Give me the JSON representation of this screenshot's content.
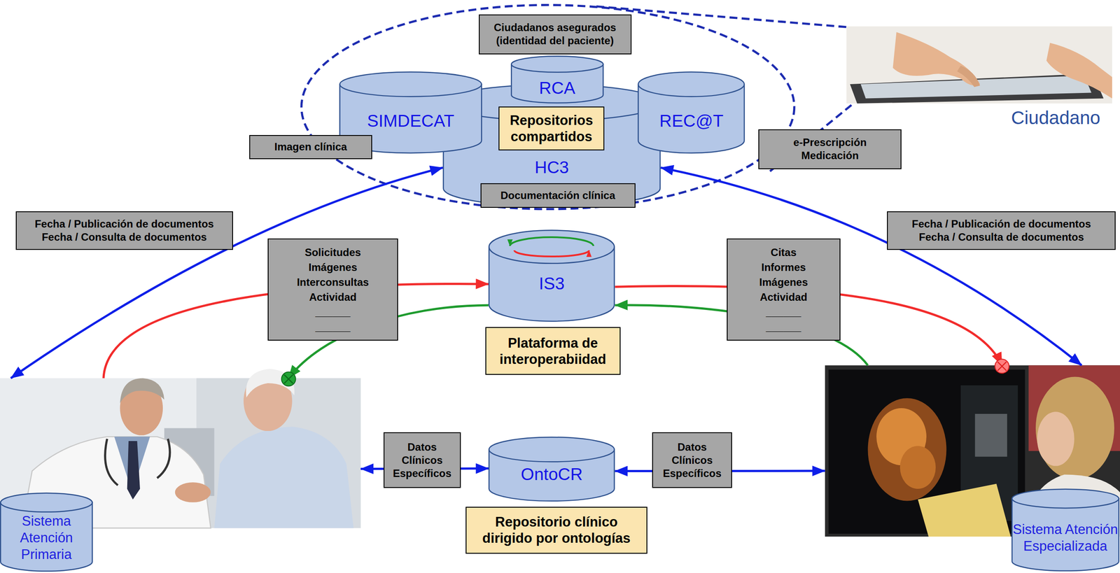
{
  "diagram": {
    "nodes": [
      {
        "text": [
          "Ciudadanos asegurados (identidad del paciente)"
        ]
      },
      {
        "text": [
          "SIMDECAT"
        ]
      },
      {
        "text": [
          "RCA"
        ]
      },
      {
        "text": [
          "REC@T"
        ]
      },
      {
        "text": [
          "HC3"
        ]
      },
      {
        "text": [
          "Repositorios compartidos"
        ],
        "in": 4
      },
      {
        "text": [
          "Imagen clínica"
        ]
      },
      {
        "text": [
          "e-Prescripción Medicación"
        ]
      },
      {
        "text": [
          "Documentación clínica"
        ]
      },
      {
        "text": [
          "Fecha / Publicación de documentos Fecha / Consulta de documentos"
        ]
      },
      {
        "text": [
          "Fecha / Publicación de documentos Fecha / Consulta de documentos"
        ]
      },
      {
        "text": [
          "Solicitudes Imágenes Interconsultas Actividad",
          "______ ______"
        ]
      },
      {
        "text": [
          "IS3"
        ]
      },
      {
        "text": [
          "Citas Informes Imágenes Actividad",
          "______ ______"
        ]
      },
      {
        "text": [
          "Plataforma de interoperabiidad"
        ]
      },
      {
        "text": [
          "Sistema Atención Primaria"
        ]
      },
      {
        "text": [
          "Datos Clínicos Específicos"
        ]
      },
      {
        "text": [
          "OntoCR"
        ]
      },
      {
        "text": [
          "Datos Clínicos Específicos"
        ]
      },
      {
        "text": [
          "Sistema Atención Especializada"
        ]
      },
      {
        "text": [
          "Repositorio clínico dirigido por ontologías"
        ]
      }
    ],
    "edges": [
      {
        "from": 4,
        "to": 15,
        "arrow": "both"
      },
      {
        "from": 4,
        "to": 19,
        "arrow": "both"
      },
      {
        "from": 15,
        "to": 12,
        "arrow": "to"
      },
      {
        "from": 12,
        "to": 19,
        "arrow": "to"
      },
      {
        "from": 19,
        "to": 12,
        "arrow": "to"
      },
      {
        "from": 12,
        "to": 15,
        "arrow": "to"
      },
      {
        "from": 15,
        "to": 17,
        "arrow": "both"
      },
      {
        "from": 17,
        "to": 19,
        "arrow": "both"
      }
    ],
    "labels": [
      "Ciudadano"
    ]
  }
}
